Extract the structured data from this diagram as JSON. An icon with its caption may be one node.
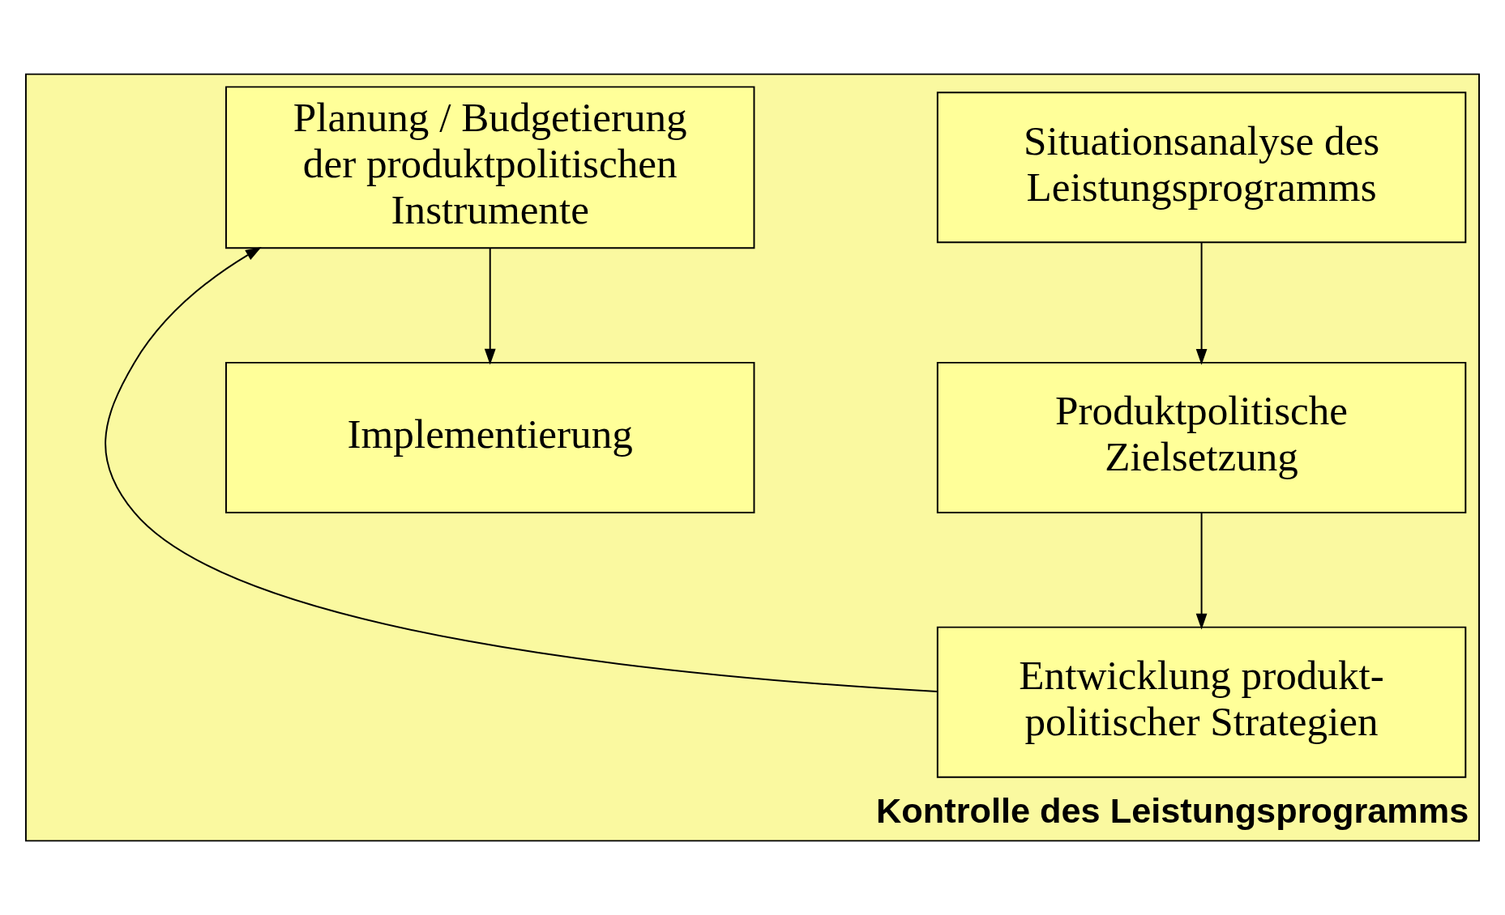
{
  "diagram": {
    "nodes": [
      {
        "text": [
          "Kontrolle des Leistungsprogramms"
        ]
      },
      {
        "text": [
          "Situationsanalyse des Leistungsprogramms"
        ],
        "in": 0
      },
      {
        "text": [
          "Produktpolitische Zielsetzung"
        ],
        "in": 0
      },
      {
        "text": [
          "Entwicklung produkt- politischer Strategien"
        ],
        "in": 0
      },
      {
        "text": [
          "Planung / Budgetierung der produktpolitischen Instrumente"
        ],
        "in": 0
      },
      {
        "text": [
          "Implementierung"
        ],
        "in": 0
      }
    ],
    "edges": [
      {
        "from": 1,
        "to": 2,
        "arrow": "to"
      },
      {
        "from": 2,
        "to": 3,
        "arrow": "to"
      },
      {
        "from": 3,
        "to": 4,
        "arrow": "to"
      },
      {
        "from": 4,
        "to": 5,
        "arrow": "to"
      }
    ]
  }
}
